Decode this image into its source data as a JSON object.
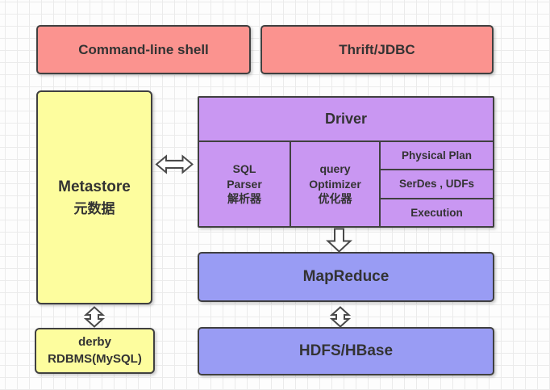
{
  "boxes": {
    "cmd_shell": {
      "label": "Command-line shell"
    },
    "thrift": {
      "label": "Thrift/JDBC"
    },
    "metastore": {
      "line1": "Metastore",
      "line2": "元数据"
    },
    "driver": {
      "title": "Driver"
    },
    "sql_parser": {
      "line1": "SQL",
      "line2": "Parser",
      "line3": "解析器"
    },
    "optimizer": {
      "line1": "query",
      "line2": "Optimizer",
      "line3": "优化器"
    },
    "physical_plan": {
      "label": "Physical Plan"
    },
    "serdes": {
      "label": "SerDes , UDFs"
    },
    "execution": {
      "label": "Execution"
    },
    "mapreduce": {
      "label": "MapReduce"
    },
    "hdfs": {
      "label": "HDFS/HBase"
    },
    "derby": {
      "line1": "derby",
      "line2": "RDBMS(MySQL)"
    }
  },
  "arrows": {
    "metastore_driver": "double-arrow-horizontal",
    "driver_mapreduce": "arrow-down",
    "mapreduce_hdfs": "double-arrow-vertical",
    "metastore_derby": "double-arrow-vertical"
  },
  "colors": {
    "pink": "#FB938F",
    "yellow": "#FDFD9E",
    "purple": "#C997F2",
    "blue": "#999CF4",
    "border": "#404040",
    "text": "#333333",
    "grid_line": "#ebebeb",
    "background": "#fdfdfd"
  }
}
